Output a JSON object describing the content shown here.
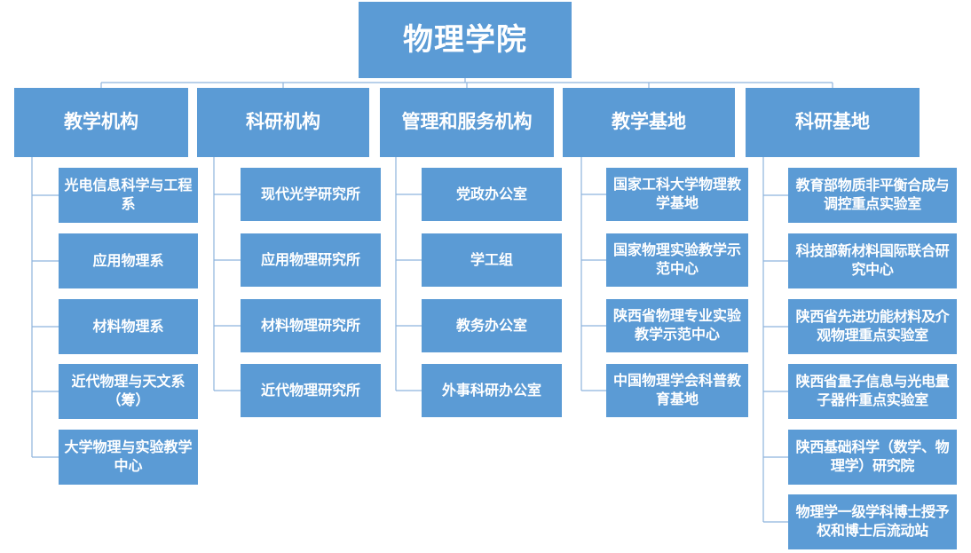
{
  "root": {
    "label": "物理学院"
  },
  "branches": [
    {
      "label": "教学机构",
      "items": [
        "光电信息科学与工程系",
        "应用物理系",
        "材料物理系",
        "近代物理与天文系（筹）",
        "大学物理与实验教学中心"
      ]
    },
    {
      "label": "科研机构",
      "items": [
        "现代光学研究所",
        "应用物理研究所",
        "材料物理研究所",
        "近代物理研究所"
      ]
    },
    {
      "label": "管理和服务机构",
      "items": [
        "党政办公室",
        "学工组",
        "教务办公室",
        "外事科研办公室"
      ]
    },
    {
      "label": "教学基地",
      "items": [
        "国家工科大学物理教学基地",
        "国家物理实验教学示范中心",
        "陕西省物理专业实验教学示范中心",
        "中国物理学会科普教育基地"
      ]
    },
    {
      "label": "科研基地",
      "items": [
        "教育部物质非平衡合成与调控重点实验室",
        "科技部新材料国际联合研究中心",
        "陕西省先进功能材料及介观物理重点实验室",
        "陕西省量子信息与光电量子器件重点实验室",
        "陕西基础科学（数学、物理学）研究院",
        "物理学一级学科博士授予权和博士后流动站"
      ]
    }
  ],
  "colors": {
    "box": "#5b9bd5",
    "line": "#8eb4dd"
  }
}
